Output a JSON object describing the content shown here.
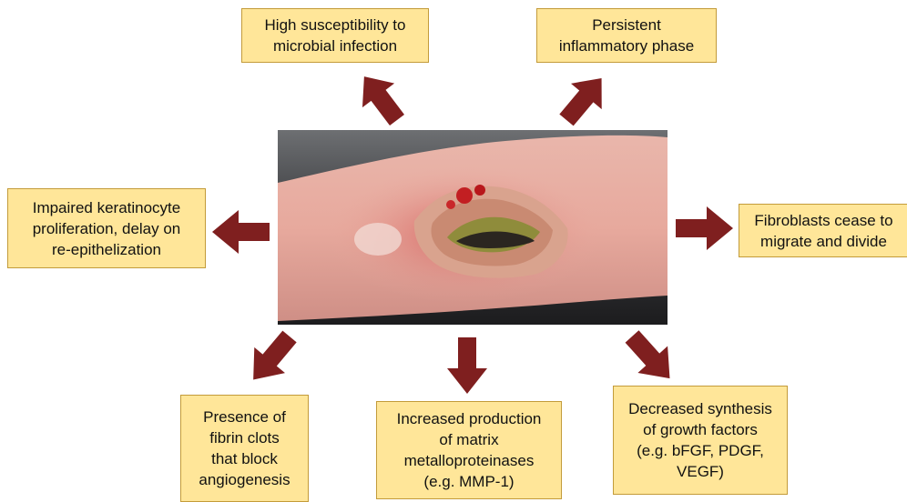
{
  "colors": {
    "box_fill": "#ffe699",
    "box_border": "#c39b3a",
    "arrow": "#7f1f1f"
  },
  "photo": {
    "subject": "chronic-wound-photo"
  },
  "boxes": {
    "top_left": "High susceptibility to\nmicrobial infection",
    "top_right": "Persistent\ninflammatory phase",
    "left": "Impaired keratinocyte\nproliferation, delay on\nre-epithelization",
    "right": "Fibroblasts cease to\nmigrate and divide",
    "bottom_left": "Presence of\nfibrin clots\nthat block\nangiogenesis",
    "bottom_center": "Increased production\nof matrix\nmetalloproteinases\n(e.g. MMP-1)",
    "bottom_right": "Decreased synthesis\nof growth factors\n(e.g. bFGF, PDGF,\nVEGF)"
  }
}
